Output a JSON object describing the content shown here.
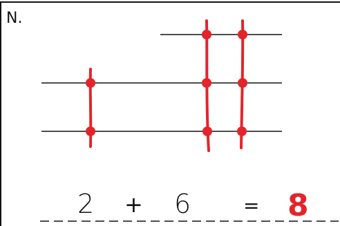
{
  "problem": {
    "label": "N.",
    "equation": {
      "addend_1": "2",
      "operator": "+",
      "addend_2": "6",
      "equals": "=",
      "sum": "8"
    }
  },
  "diagram": {
    "left_group": {
      "crossing_lines": 1,
      "horizontal_lines": 2,
      "intersections": 2
    },
    "right_group": {
      "crossing_lines": 2,
      "horizontal_lines": 3,
      "intersections": 6
    },
    "total_intersections": 8
  },
  "colors": {
    "ink": "#111111",
    "marker_red": "#e3242b",
    "background": "#ffffff"
  }
}
